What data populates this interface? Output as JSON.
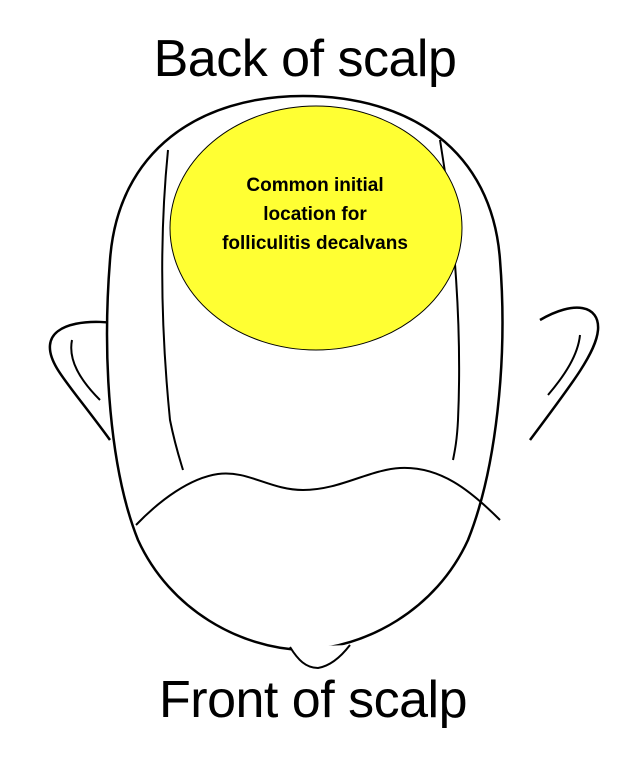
{
  "labels": {
    "top": "Back of scalp",
    "bottom": "Front of scalp"
  },
  "highlight": {
    "lines": [
      "Common initial",
      "location for",
      "folliculitis decalvans"
    ],
    "fill_color": "#FFFF33",
    "stroke_color": "#000000"
  },
  "illustration": {
    "line_color": "#000000",
    "fill_color": "#FFFFFF"
  }
}
